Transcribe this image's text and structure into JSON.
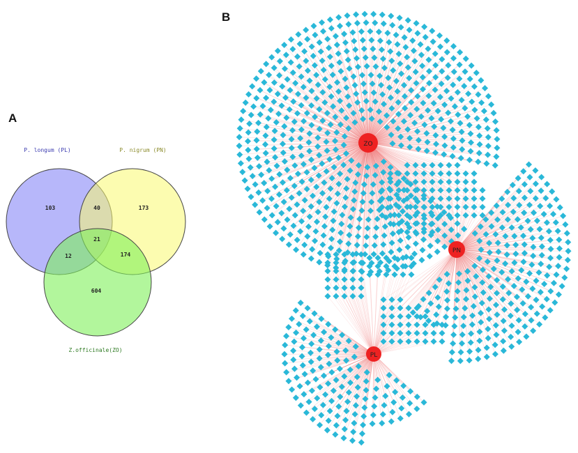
{
  "panels": {
    "a_label": "A",
    "b_label": "B"
  },
  "venn": {
    "sets": [
      {
        "id": "pl",
        "name": "P. longum (PL)",
        "color": "#7b7cf6",
        "title_color": "#3c3cb0"
      },
      {
        "id": "pn",
        "name": "P. nigrum (PN)",
        "color": "#fafa7a",
        "title_color": "#8a8a2a"
      },
      {
        "id": "zo",
        "name": "Z.officinale(ZO)",
        "color": "#8ff06e",
        "title_color": "#2e7a22"
      }
    ],
    "regions": {
      "pl_only": "103",
      "pl_pn": "40",
      "pn_only": "173",
      "pl_zo": "12",
      "all": "21",
      "pn_zo": "174",
      "zo_only": "604"
    }
  },
  "network": {
    "node_color": "#2ab8d8",
    "hub_color": "#ee2222",
    "edge_color": "#f08080",
    "hubs": [
      {
        "id": "zo",
        "label": "ZO",
        "exclusive_targets": 604
      },
      {
        "id": "pn",
        "label": "PN",
        "exclusive_targets": 173
      },
      {
        "id": "pl",
        "label": "PL",
        "exclusive_targets": 103
      }
    ],
    "shared_targets": {
      "zo_pn": 174,
      "pl_pn": 40,
      "pl_zo": 12,
      "all": 21
    }
  }
}
